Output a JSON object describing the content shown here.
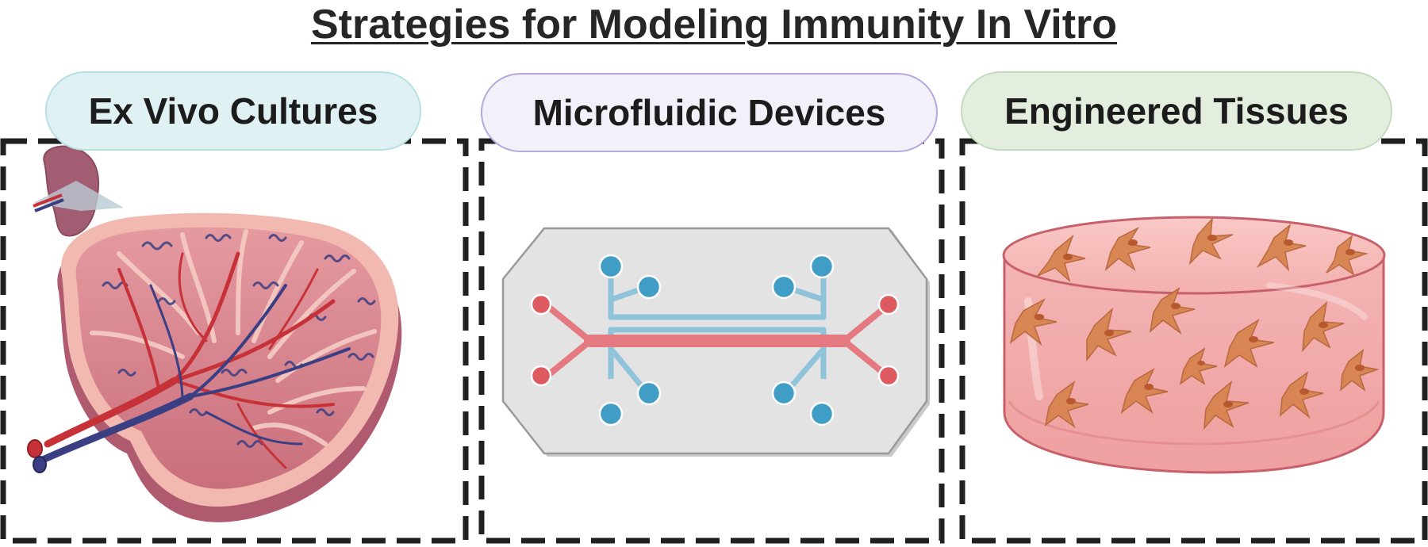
{
  "figure": {
    "title": "Strategies for Modeling Immunity In Vitro",
    "panels": [
      {
        "label": "Ex Vivo Cultures",
        "pill_fill": "#dff1f3",
        "pill_stroke": "#b8dfe3",
        "illustration": "lymph-node-slice"
      },
      {
        "label": "Microfluidic Devices",
        "pill_fill": "#f4f0fa",
        "pill_stroke": "#b6a8dc",
        "illustration": "microfluidic-chip"
      },
      {
        "label": "Engineered Tissues",
        "pill_fill": "#e3eedf",
        "pill_stroke": "#c3dbbc",
        "illustration": "tissue-construct"
      }
    ],
    "colors": {
      "artery_red": "#c73238",
      "vein_blue": "#3a3f84",
      "tissue_pink": "#e8a4a6",
      "tissue_dark": "#b45a68",
      "channel_red": "#e47a80",
      "channel_blue": "#8fc3da",
      "port_blue": "#3f9dc6",
      "port_red": "#dd5a60",
      "chip_gray": "#e4e4e4",
      "cell_orange": "#cf7a45"
    }
  }
}
